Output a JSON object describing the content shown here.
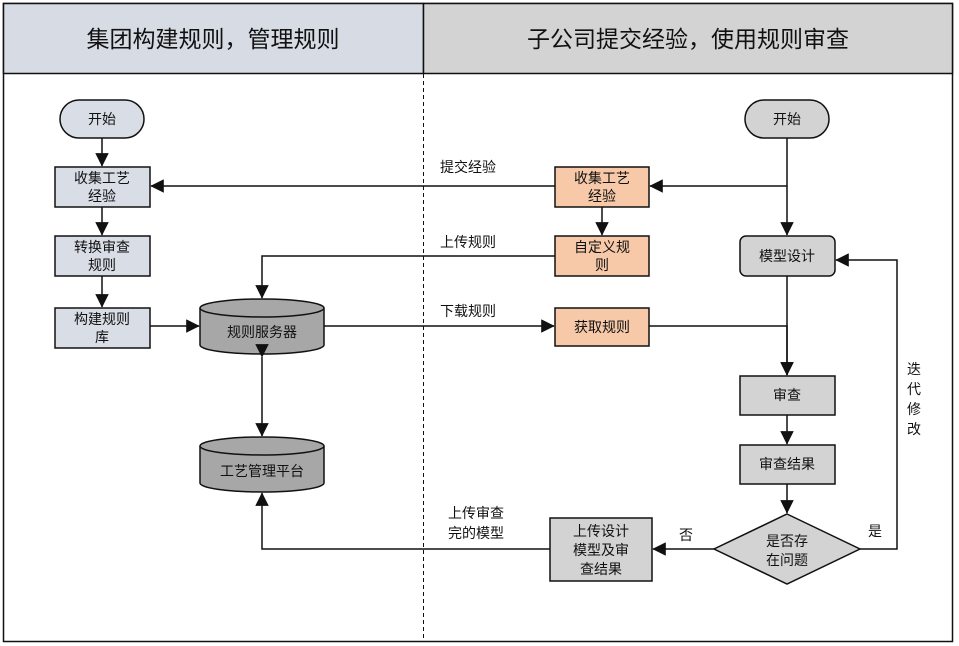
{
  "header": {
    "left_title": "集团构建规则，管理规则",
    "right_title": "子公司提交经验，使用规则审查"
  },
  "colors": {
    "header_left_bg": "#d6dbe4",
    "header_right_bg": "#d3d3d3",
    "left_box_fill": "#d9dde6",
    "peach_box_fill": "#f7c9a9",
    "gray_box_fill": "#d3d3d3",
    "db_fill": "#a7a7a7",
    "diamond_fill": "#d3d3d3"
  },
  "left_lane": {
    "start": "开始",
    "collect": [
      "收集工艺",
      "经验"
    ],
    "convert": [
      "转换审查",
      "规则"
    ],
    "build": [
      "构建规则",
      "库"
    ],
    "rule_server": "规则服务器",
    "platform": "工艺管理平台"
  },
  "right_lane": {
    "start": "开始",
    "collect": [
      "收集工艺",
      "经验"
    ],
    "custom": [
      "自定义规",
      "则"
    ],
    "fetch": "获取规则",
    "model_design": "模型设计",
    "review": "审查",
    "review_result": "审查结果",
    "decision": [
      "是否存",
      "在问题"
    ],
    "upload_result": [
      "上传设计",
      "模型及审",
      "查结果"
    ]
  },
  "edge_labels": {
    "submit": "提交经验",
    "upload_rule": "上传规则",
    "download_rule": "下载规则",
    "upload_model": [
      "上传审查",
      "完的模型"
    ],
    "no": "否",
    "yes": "是",
    "iterate": [
      "迭",
      "代",
      "修",
      "改"
    ]
  }
}
